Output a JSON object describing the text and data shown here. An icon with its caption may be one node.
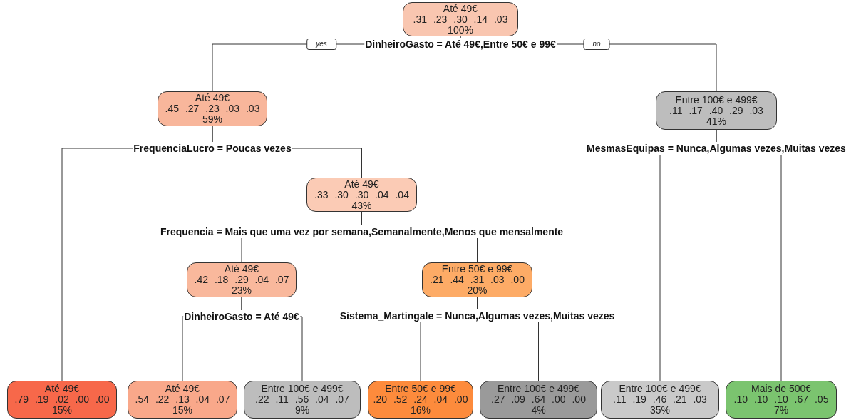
{
  "diagram": {
    "nodes": [
      {
        "text": [
          "Até 49€",
          ".31 .23 .30 .14 .03",
          "100%"
        ],
        "beside": [
          "DinheiroGasto = Até 49€,Entre 50€ e 99€"
        ]
      },
      {
        "text": [
          "Até 49€",
          ".45 .27 .23 .03 .03",
          "59%"
        ],
        "beside": [
          "FrequenciaLucro = Poucas vezes"
        ]
      },
      {
        "text": [
          "Entre 100€ e 499€",
          ".11 .17 .40 .29 .03",
          "41%"
        ],
        "beside": [
          "MesmasEquipas = Nunca,Algumas vezes,Muitas vezes"
        ]
      },
      {
        "text": [
          "Até 49€",
          ".33 .30 .30 .04 .04",
          "43%"
        ],
        "beside": [
          "Frequencia = Mais que uma vez por semana,Semanalmente,Menos que mensalmente"
        ]
      },
      {
        "text": [
          "Até 49€",
          ".42 .18 .29 .04 .07",
          "23%"
        ],
        "beside": [
          "DinheiroGasto = Até 49€"
        ]
      },
      {
        "text": [
          "Entre 50€ e 99€",
          ".21 .44 .31 .03 .00",
          "20%"
        ],
        "beside": [
          "Sistema_Martingale = Nunca,Algumas vezes,Muitas vezes"
        ]
      },
      {
        "text": [
          "Até 49€",
          ".79 .19 .02 .00 .00",
          "15%"
        ]
      },
      {
        "text": [
          "Até 49€",
          ".54 .22 .13 .04 .07",
          "15%"
        ]
      },
      {
        "text": [
          "Entre 100€ e 499€",
          ".22 .11 .56 .04 .07",
          "9%"
        ]
      },
      {
        "text": [
          "Entre 50€ e 99€",
          ".20 .52 .24 .04 .00",
          "16%"
        ]
      },
      {
        "text": [
          "Entre 100€ e 499€",
          ".27 .09 .64 .00 .00",
          "4%"
        ]
      },
      {
        "text": [
          "Entre 100€ e 499€",
          ".11 .19 .46 .21 .03",
          "35%"
        ]
      },
      {
        "text": [
          "Mais de 500€",
          ".10 .10 .10 .67 .05",
          "7%"
        ]
      }
    ],
    "edges": [
      {
        "from": 0,
        "to": 1,
        "arrow": "none",
        "label": "yes"
      },
      {
        "from": 0,
        "to": 2,
        "arrow": "none",
        "label": "no"
      },
      {
        "from": 1,
        "to": 6,
        "arrow": "none"
      },
      {
        "from": 1,
        "to": 3,
        "arrow": "none"
      },
      {
        "from": 3,
        "to": 4,
        "arrow": "none"
      },
      {
        "from": 3,
        "to": 5,
        "arrow": "none"
      },
      {
        "from": 4,
        "to": 7,
        "arrow": "none"
      },
      {
        "from": 4,
        "to": 8,
        "arrow": "none"
      },
      {
        "from": 5,
        "to": 9,
        "arrow": "none"
      },
      {
        "from": 5,
        "to": 10,
        "arrow": "none"
      },
      {
        "from": 2,
        "to": 11,
        "arrow": "none"
      },
      {
        "from": 2,
        "to": 12,
        "arrow": "none"
      }
    ]
  }
}
